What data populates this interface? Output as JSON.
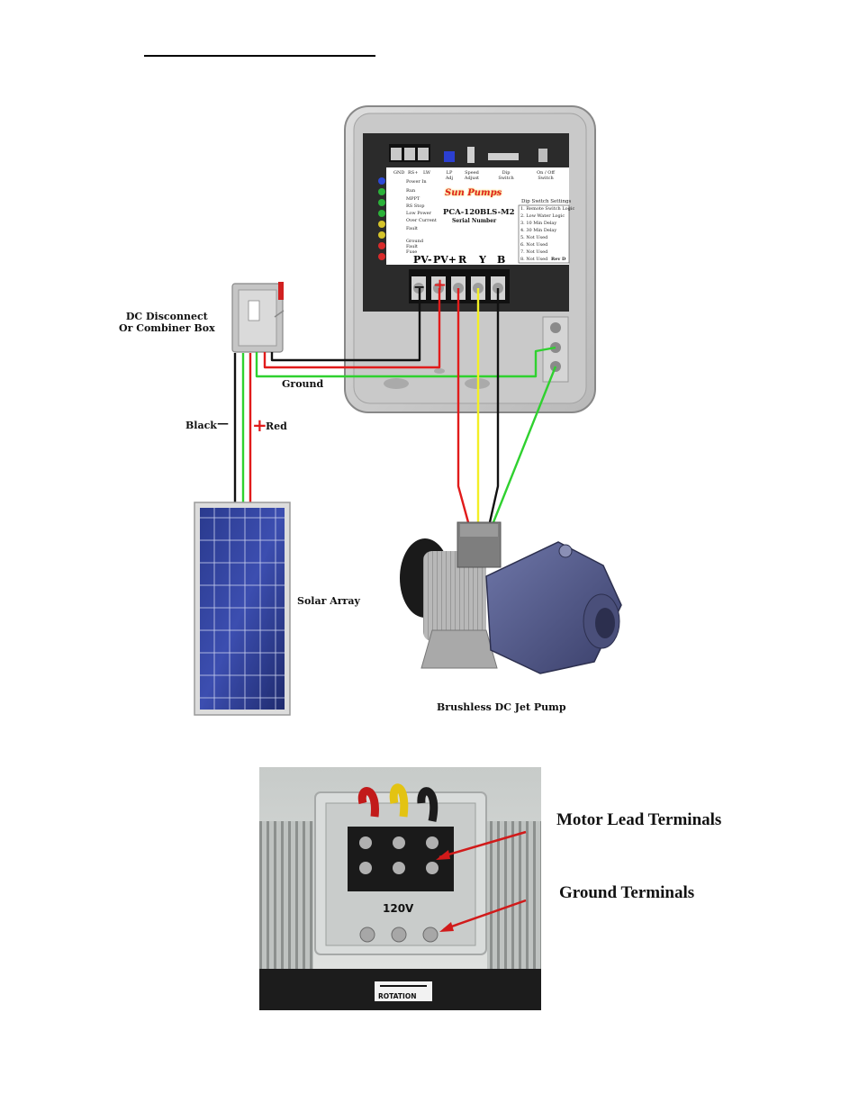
{
  "controller": {
    "top_labels": [
      "GND",
      "RS+",
      "LW",
      "LP Adj",
      "Speed Adjust",
      "Dip Switch",
      "On / Off Switch"
    ],
    "led_labels": [
      "Power In",
      "Run",
      "MPPT",
      "RS Stop",
      "Low Power",
      "Over Current",
      "Fault",
      "Ground Fault Fuse"
    ],
    "brand": "Sun Pumps",
    "model": "PCA-120BLS-M2",
    "serial": "Serial Number",
    "dip_title": "Dip Switch Settings",
    "dip_rows": [
      "1. Remote Switch Logic",
      "2. Low Water Logic",
      "3. 10 Min Delay",
      "4. 30 Min Delay",
      "5. Not Used",
      "6. Not Used",
      "7. Not Used",
      "8. Not Used"
    ],
    "rev": "Rev D",
    "terminal_labels": [
      "PV-",
      "PV+",
      "R",
      "Y",
      "B"
    ],
    "minus_sign": "−",
    "plus_sign": "+"
  },
  "labels": {
    "disconnect": "DC Disconnect\nOr Combiner Box",
    "ground": "Ground",
    "black": "Black",
    "black_sign": "—",
    "red": "Red",
    "red_sign": "+",
    "solar": "Solar Array",
    "pump": "Brushless DC Jet Pump"
  },
  "photo": {
    "motor_lead": "Motor Lead Terminals",
    "ground_terminals": "Ground Terminals",
    "voltage": "120V",
    "rotation": "ROTATION"
  },
  "colors": {
    "red_wire": "#e11b1b",
    "black_wire": "#111111",
    "green_wire": "#2fd12f",
    "yellow_wire": "#f3ef25"
  }
}
